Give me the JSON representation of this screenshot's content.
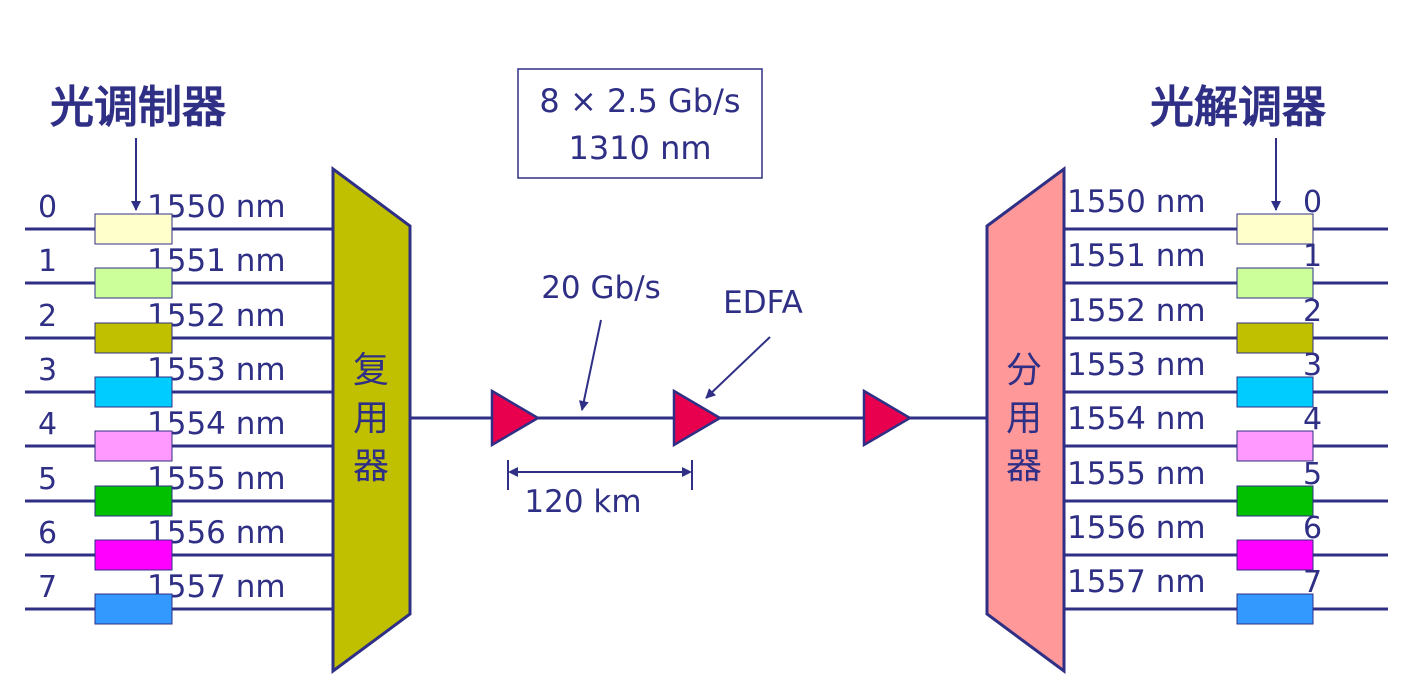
{
  "left_title": "光调制器",
  "right_title": "光解调器",
  "info_box": {
    "line1": "8 × 2.5 Gb/s",
    "line2": "1310 nm"
  },
  "mux_label": [
    "复",
    "用",
    "器"
  ],
  "demux_label": [
    "分",
    "用",
    "器"
  ],
  "rate_label": "20 Gb/s",
  "amp_label": "EDFA",
  "span_label": "120 km",
  "channels": [
    {
      "num": "0",
      "wl": "1550 nm",
      "color": "#ffffcc"
    },
    {
      "num": "1",
      "wl": "1551 nm",
      "color": "#ccff99"
    },
    {
      "num": "2",
      "wl": "1552 nm",
      "color": "#c0c000"
    },
    {
      "num": "3",
      "wl": "1553 nm",
      "color": "#00ccff"
    },
    {
      "num": "4",
      "wl": "1554 nm",
      "color": "#ff99ff"
    },
    {
      "num": "5",
      "wl": "1555 nm",
      "color": "#00c000"
    },
    {
      "num": "6",
      "wl": "1556 nm",
      "color": "#ff00ff"
    },
    {
      "num": "7",
      "wl": "1557 nm",
      "color": "#3399ff"
    }
  ],
  "colors": {
    "line": "#2f2f86",
    "mux_fill": "#c0c000",
    "demux_fill": "#ff9999",
    "amp_fill": "#e8004e"
  }
}
